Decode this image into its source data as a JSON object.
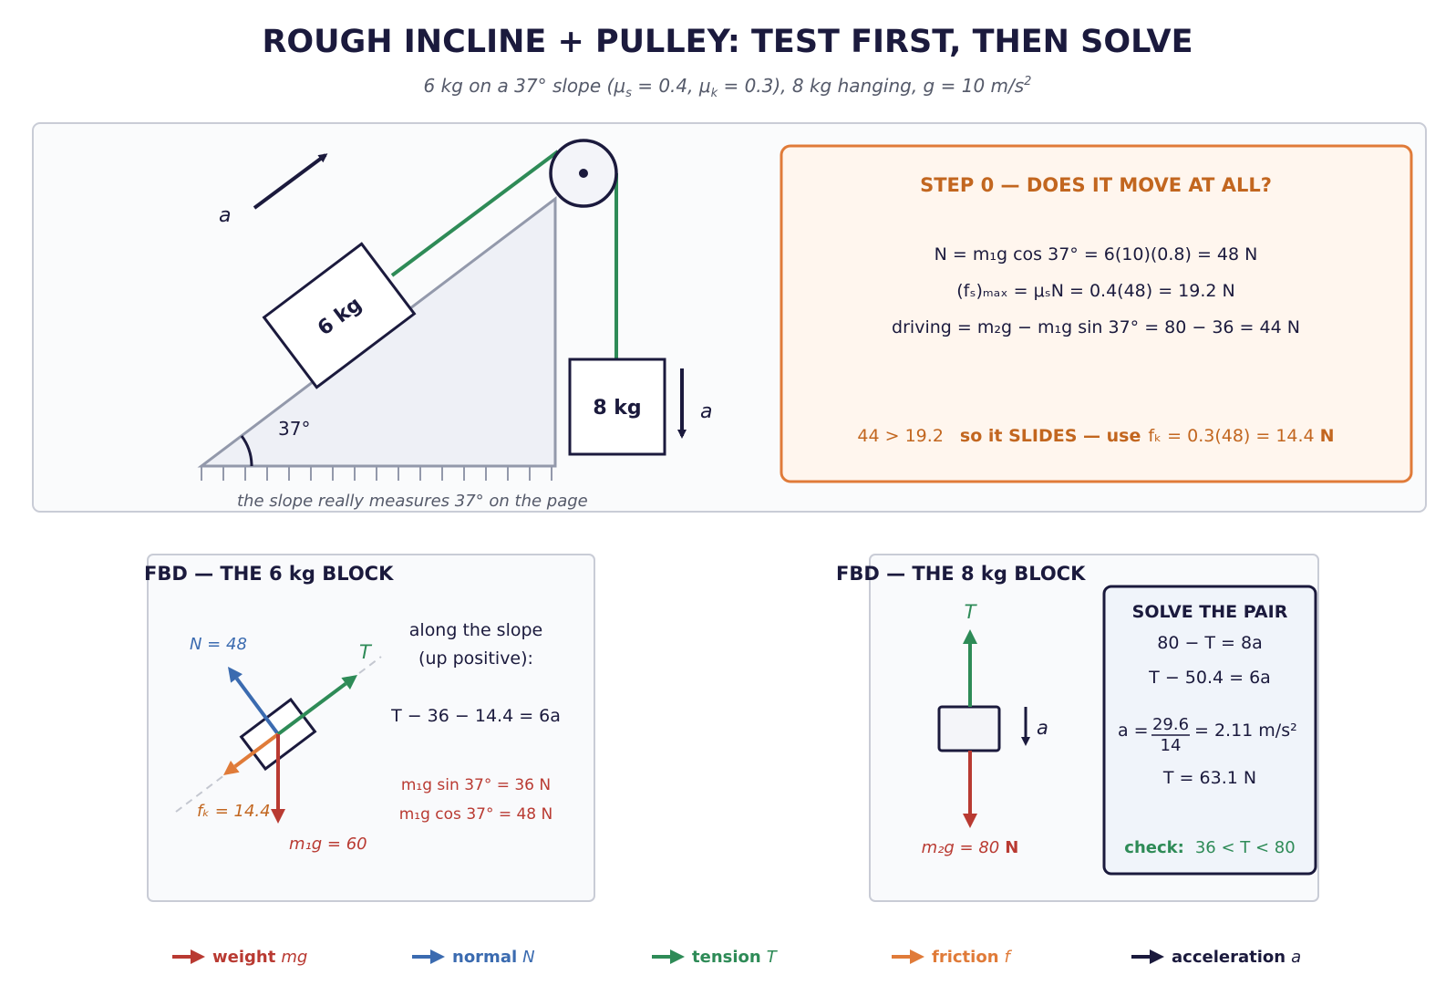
{
  "title": "ROUGH INCLINE + PULLEY:  TEST FIRST, THEN SOLVE",
  "subtitle": {
    "pre": "6 kg on a 37° slope (μ",
    "s_sub": "s",
    "mid1": " = 0.4, μ",
    "k_sub": "k",
    "mid2": " = 0.3), 8 kg hanging, g = 10 m/s",
    "sup": "2"
  },
  "colors": {
    "navy": "#1b1a3d",
    "weight": "#b93a32",
    "normal": "#3b6bb0",
    "tension": "#2e8b57",
    "friction": "#e07b39",
    "step_orange": "#c2661f"
  },
  "scene": {
    "block1_label": "6 kg",
    "block2_label": "8 kg",
    "angle_label": "37°",
    "accel_label": "a",
    "caption": "the slope really measures 37° on the page"
  },
  "step0": {
    "heading": "STEP 0  —  DOES IT MOVE AT ALL?",
    "line1": "N = m₁g cos 37° = 6(10)(0.8) = 48 N",
    "line2": "(fₛ)ₘₐₓ = μₛN = 0.4(48) = 19.2 N",
    "line3": "driving  = m₂g − m₁g sin 37° = 80 − 36 = 44 N",
    "conclusion_a": "44 > 19.2",
    "conclusion_b": "so it SLIDES  —  use",
    "conclusion_c": "fₖ = 0.3(48) = 14.4",
    "conclusion_d": "N"
  },
  "fbd1": {
    "title": "FBD  —  THE 6 kg BLOCK",
    "normal_label": "N = 48",
    "tension_label": "T",
    "friction_label": "fₖ = 14.4",
    "weight_label": "m₁g = 60",
    "along1": "along the slope",
    "along2": "(up positive):",
    "equation": "T − 36 − 14.4 = 6a",
    "comp1": "m₁g sin 37° = 36 N",
    "comp2": "m₁g cos 37° = 48 N"
  },
  "fbd2": {
    "title": "FBD  —  THE 8 kg BLOCK",
    "tension_label": "T",
    "accel_label": "a",
    "weight_label": "m₂g = 80",
    "weight_unit": "N"
  },
  "solve": {
    "heading": "SOLVE THE PAIR",
    "eq1": "80 − T = 8a",
    "eq2": "T − 50.4 = 6a",
    "a_pre": "a =",
    "num": "29.6",
    "den": "14",
    "a_post": "= 2.11 m/s²",
    "t_result": "T = 63.1 N",
    "check_label": "check:",
    "check_expr": "36 < T < 80"
  },
  "legend": [
    {
      "bold": "weight",
      "ital": "mg",
      "color": "#b93a32"
    },
    {
      "bold": "normal",
      "ital": "N",
      "color": "#3b6bb0"
    },
    {
      "bold": "tension",
      "ital": "T",
      "color": "#2e8b57"
    },
    {
      "bold": "friction",
      "ital": "f",
      "color": "#e07b39"
    },
    {
      "bold": "acceleration",
      "ital": "a",
      "color": "#1b1a3d"
    }
  ]
}
